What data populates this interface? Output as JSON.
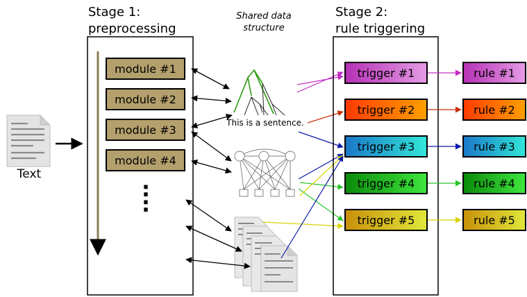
{
  "input": {
    "label": "Text",
    "icon": "document-icon"
  },
  "stage1": {
    "title_line1": "Stage 1:",
    "title_line2": "preprocessing",
    "modules": [
      "module #1",
      "module #2",
      "module #3",
      "module #4"
    ],
    "module_color": "#b3a06c",
    "ellipsis": ":"
  },
  "shared": {
    "title_line1": "Shared data",
    "title_line2": "structure",
    "sentence": "This is a sentence.",
    "icons": [
      "parse-tree-icon",
      "graphical-model-icon",
      "document-stack-icon"
    ]
  },
  "stage2": {
    "title_line1": "Stage 2:",
    "title_line2": "rule triggering",
    "triggers": [
      {
        "label": "trigger #1",
        "color_left": "#b531b5",
        "color_right": "#e59be5"
      },
      {
        "label": "trigger #2",
        "color_left": "#ff3a00",
        "color_right": "#ffa000"
      },
      {
        "label": "trigger #3",
        "color_left": "#1a78c8",
        "color_right": "#33e6d8"
      },
      {
        "label": "trigger #4",
        "color_left": "#0a8a0a",
        "color_right": "#3fe63f"
      },
      {
        "label": "trigger #5",
        "color_left": "#c8900a",
        "color_right": "#e0e83a"
      }
    ],
    "rules": [
      "rule #1",
      "rule #2",
      "rule #3",
      "rule #4",
      "rule #5"
    ]
  }
}
